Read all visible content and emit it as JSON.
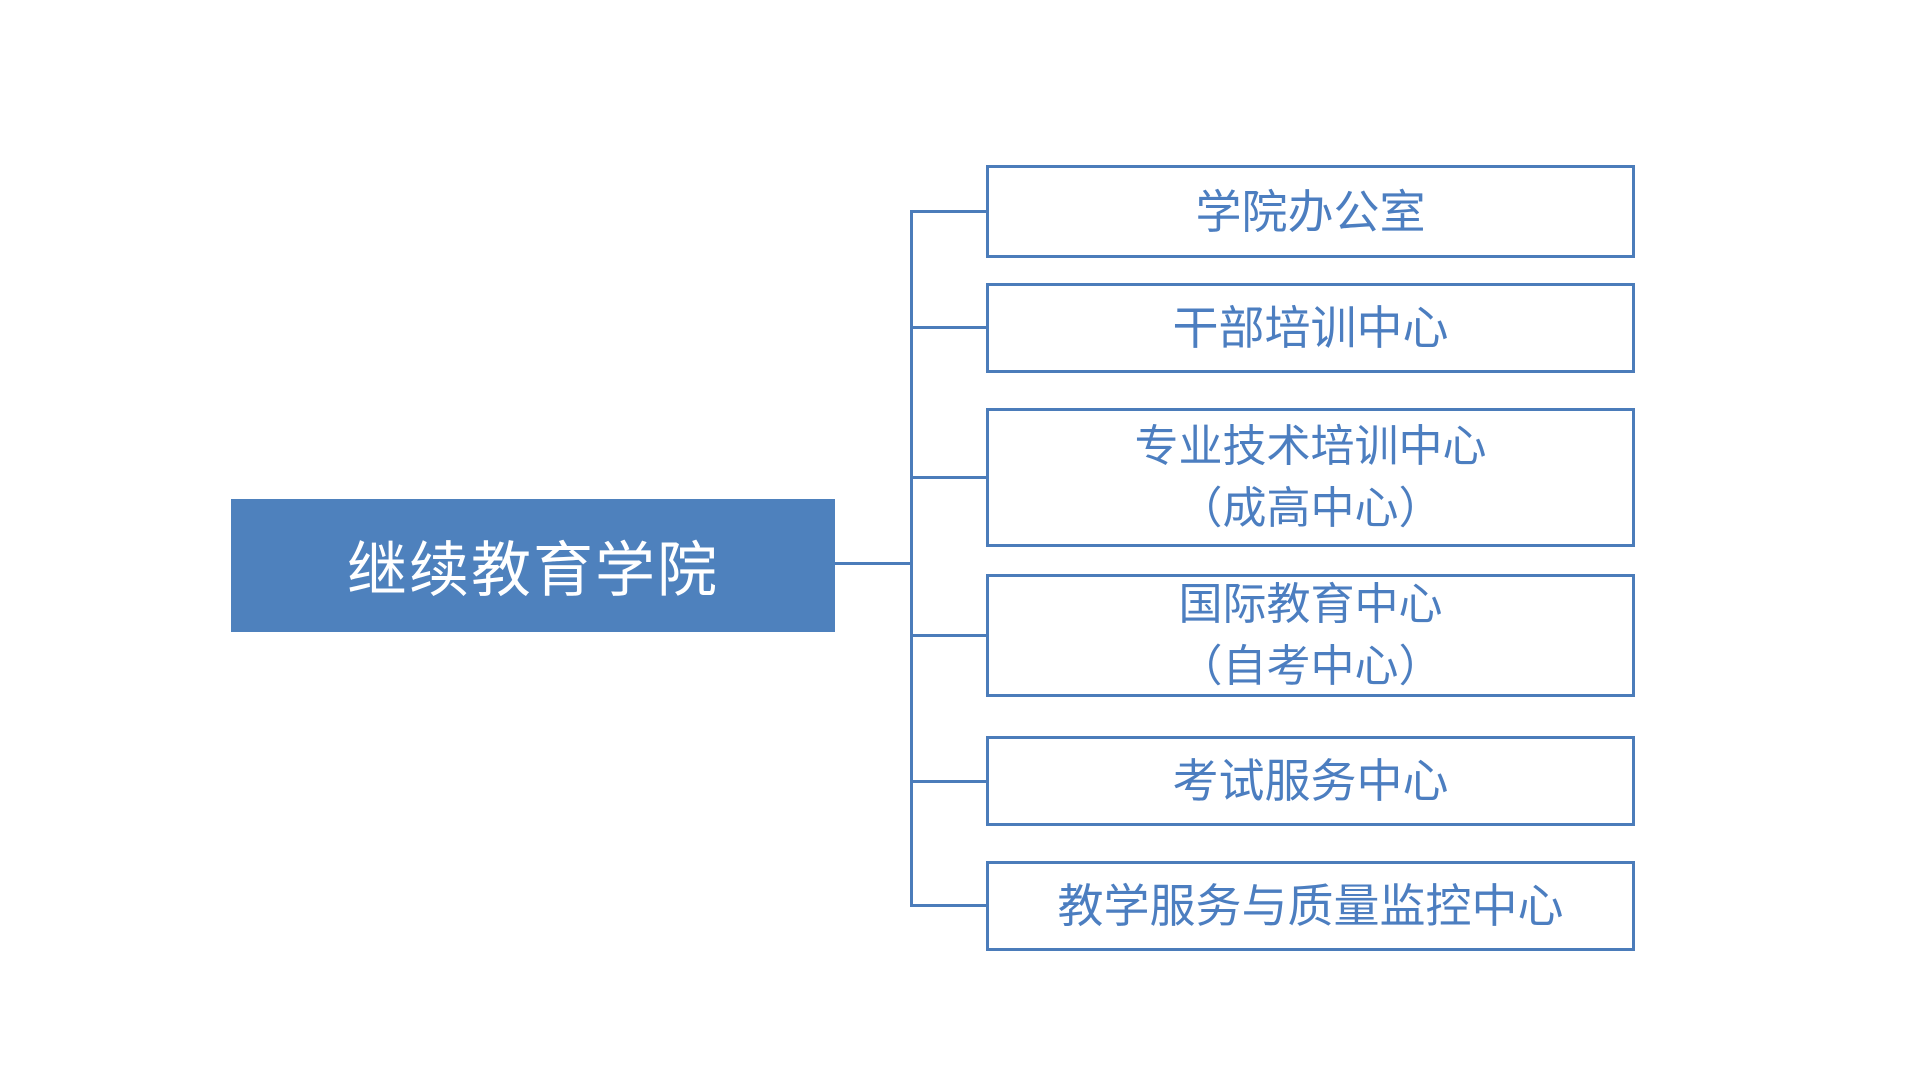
{
  "colors": {
    "node_fill": "#4E81BD",
    "node_border": "#4B7CBA",
    "node_text": "#4C7EC0",
    "root_text": "#FFFFFF",
    "connector": "#4B7CBA",
    "background": "#FFFFFF"
  },
  "org_chart": {
    "root": {
      "label": "继续教育学院"
    },
    "departments": [
      {
        "line1": "学院办公室"
      },
      {
        "line1": "干部培训中心"
      },
      {
        "line1": "专业技术培训中心",
        "line2": "（成高中心）"
      },
      {
        "line1": "国际教育中心",
        "line2": "（自考中心）"
      },
      {
        "line1": "考试服务中心"
      },
      {
        "line1": "教学服务与质量监控中心"
      }
    ]
  }
}
